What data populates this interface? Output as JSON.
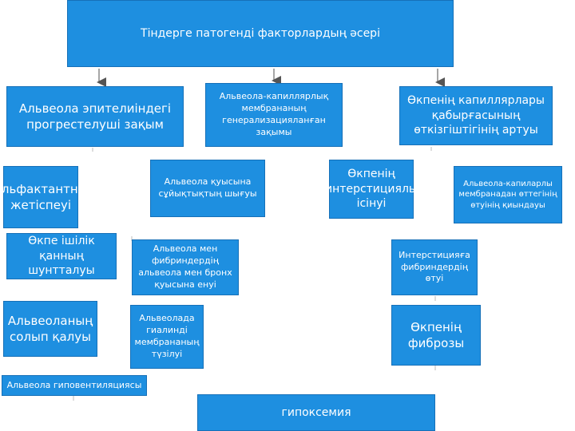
{
  "title": "Тіндерге патогенді факторлардың әсері",
  "boxes": {
    "alveola_epitel": "Альвеола эпителиіндегі прогрестелуші зақым",
    "membrana_zakym": "Альвеола-капиллярлық мембрананың генерализацияланған зақымы",
    "kapillar_otkizgish": "Өкпенің капиллярлары қабырғасының өткізгіштігінің артуы",
    "surfaktant": "Сульфактантның жетіспеуі",
    "suyyktyk": "Альвеола қуысына сұйықтықтың шығуы",
    "interstic_isinu": "Өкпенің интерстициялы ісінуі",
    "fibrinogen_otu": "Альвеола-капиларлы мембранадан өттегінің өтуінің қиындауы",
    "shunt": "Өкпе ішілік қанның шунтталуы",
    "fibrin_enu": "Альвеола мен фибриндердің альвеола мен бронх қуысына енуі",
    "interstic_fibrin": "Интерстицияға фибриндердің өтуі",
    "solyp": "Альвеоланың солып қалуы",
    "gialin": "Альвеолада гиалинді мембрананың түзілуі",
    "fibroz": "Өкпенің фиброзы",
    "gipovent": "Альвеола гиповентиляциясы",
    "gipoksemia": "гипоксемия"
  },
  "colors": {
    "box_fill": "#1e8fe0",
    "box_text": "#ffffff",
    "arrow": "#555555"
  }
}
